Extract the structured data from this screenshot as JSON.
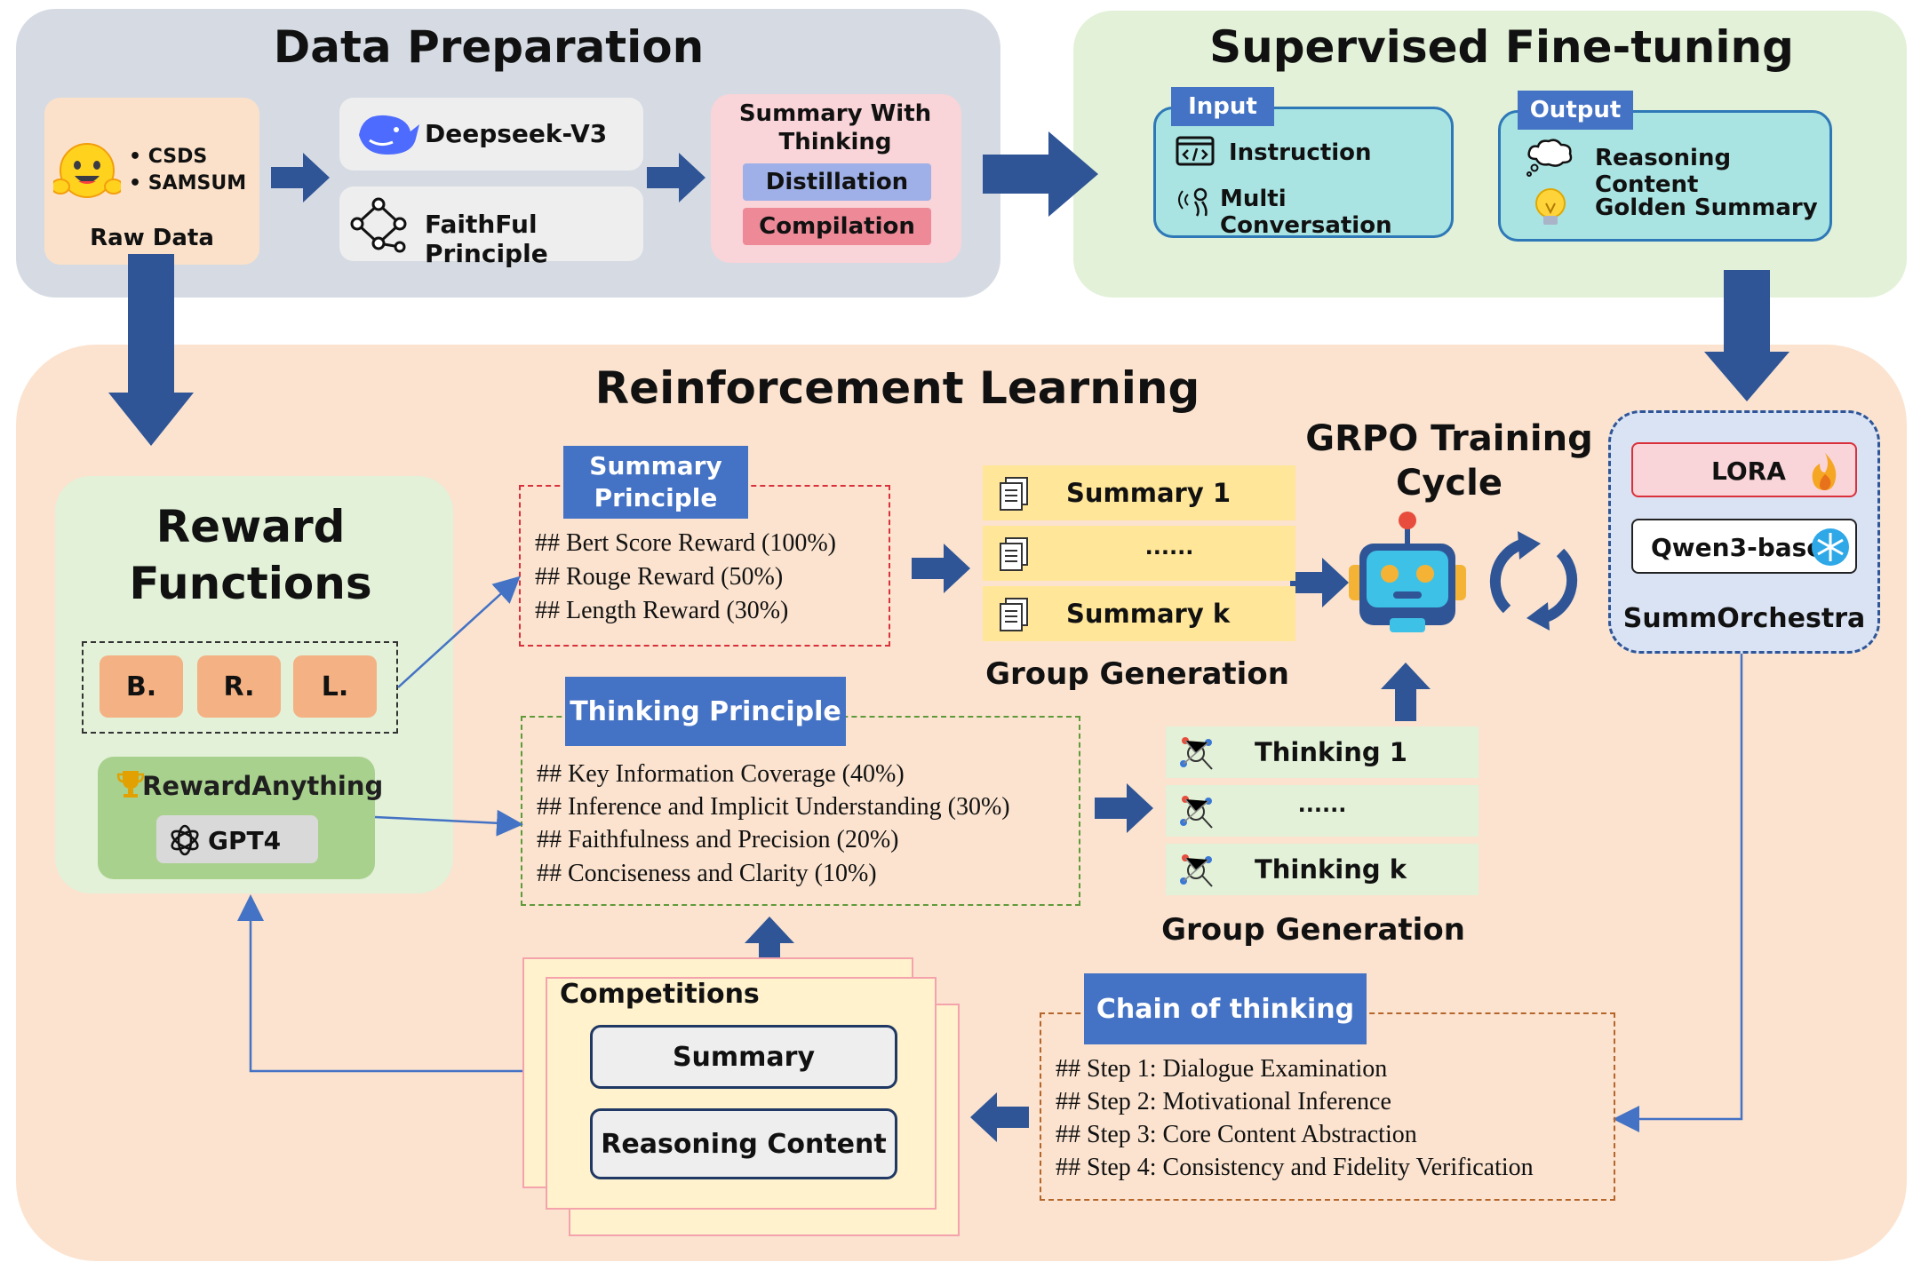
{
  "data_preparation": {
    "title": "Data Preparation",
    "raw_data": {
      "items": [
        "• CSDS",
        "• SAMSUM"
      ],
      "label": "Raw Data"
    },
    "deepseek_label": "Deepseek-V3",
    "faithful_label": "FaithFul Principle",
    "summary_with_thinking": {
      "title": "Summary With Thinking",
      "distillation": "Distillation",
      "compilation": "Compilation"
    }
  },
  "sft": {
    "title": "Supervised Fine-tuning",
    "input": {
      "header": "Input",
      "items": [
        "Instruction",
        "Multi Conversation"
      ]
    },
    "output": {
      "header": "Output",
      "items": [
        "Reasoning Content",
        "Golden Summary"
      ]
    }
  },
  "rl": {
    "title": "Reinforcement Learning",
    "reward_functions": {
      "title": "Reward Functions",
      "chips": [
        "B.",
        "R.",
        "L."
      ],
      "reward_anything": "RewardAnything",
      "gpt4": "GPT4"
    },
    "summary_principle": {
      "header": "Summary Principle",
      "items": [
        "## Bert Score Reward (100%)",
        "## Rouge Reward (50%)",
        "## Length Reward (30%)"
      ]
    },
    "thinking_principle": {
      "header": "Thinking Principle",
      "items": [
        "## Key Information Coverage (40%)",
        "## Inference and Implicit Understanding (30%)",
        "## Faithfulness and Precision (20%)",
        "## Conciseness and Clarity (10%)"
      ]
    },
    "summary_group": {
      "items": [
        "Summary 1",
        "......",
        "Summary k"
      ],
      "caption": "Group Generation"
    },
    "thinking_group": {
      "items": [
        "Thinking 1",
        "......",
        "Thinking k"
      ],
      "caption": "Group Generation"
    },
    "grpo": {
      "title": "GRPO Training Cycle"
    },
    "summ_orchestra": {
      "lora": "LORA",
      "qwen": "Qwen3-base",
      "label": "SummOrchestra"
    },
    "competitions": {
      "title": "Competitions",
      "summary": "Summary",
      "reasoning": "Reasoning Content"
    },
    "chain_of_thinking": {
      "header": "Chain of thinking",
      "items": [
        "## Step 1: Dialogue Examination",
        "## Step 2: Motivational Inference",
        "## Step 3: Core Content Abstraction",
        "## Step 4: Consistency and Fidelity Verification"
      ]
    }
  },
  "colors": {
    "arrow": "#2f5597",
    "blue_header": "#4472c4",
    "red_dash": "#d9303b",
    "green_dash": "#5f9a3a",
    "brown_dash": "#b5652a"
  }
}
